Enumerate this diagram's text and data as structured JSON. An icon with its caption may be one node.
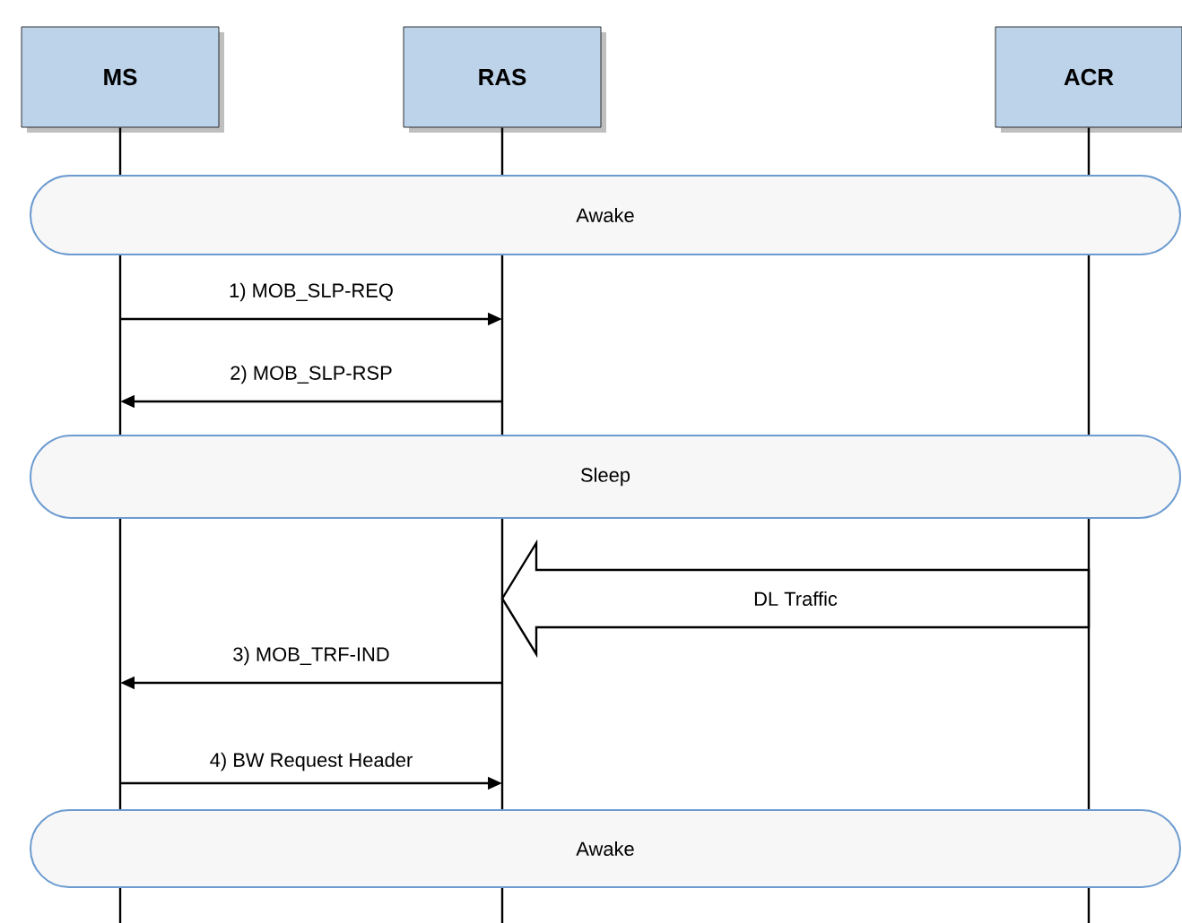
{
  "diagram": {
    "nodes": [
      {
        "text": [
          "MS"
        ]
      },
      {
        "text": [
          "RAS"
        ]
      },
      {
        "text": [
          "ACR"
        ]
      },
      {
        "text": [
          "Awake"
        ]
      },
      {
        "text": [
          "Sleep"
        ]
      },
      {
        "text": [
          "Awake"
        ]
      }
    ],
    "edges": [
      {
        "from": 0,
        "to": 1,
        "arrow": "to",
        "label": "1) MOB_SLP-REQ"
      },
      {
        "from": 1,
        "to": 0,
        "arrow": "to",
        "label": "2) MOB_SLP-RSP"
      },
      {
        "from": 2,
        "to": 1,
        "arrow": "to",
        "label": "DL Traffic",
        "style": "thick"
      },
      {
        "from": 1,
        "to": 0,
        "arrow": "to",
        "label": "3) MOB_TRF-IND"
      },
      {
        "from": 0,
        "to": 1,
        "arrow": "to",
        "label": "4) BW Request Header"
      }
    ]
  }
}
